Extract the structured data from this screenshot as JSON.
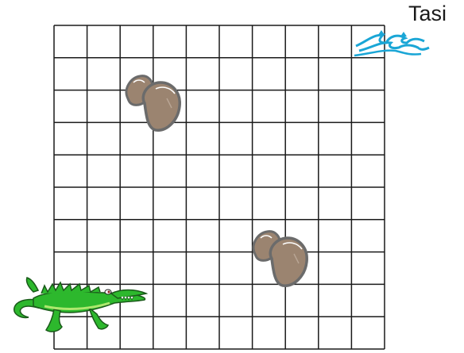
{
  "grid": {
    "columns": 10,
    "rows": 10
  },
  "goal": {
    "label": "Tasi",
    "icon": "water-waves-icon",
    "color": "#1aa6d6"
  },
  "pieces": [
    {
      "name": "boulders-top",
      "icon": "rock-pair-icon",
      "col": 3,
      "row": 2
    },
    {
      "name": "boulders-bottom",
      "icon": "rock-pair-icon",
      "col": 7,
      "row": 7
    },
    {
      "name": "crocodile",
      "icon": "crocodile-icon",
      "col": 1,
      "row": 9,
      "color": "#2db82d"
    }
  ],
  "colors": {
    "rock": "#9b8470",
    "rock_shadow": "#6b6b6b",
    "grid_line": "#1a1a1a"
  }
}
